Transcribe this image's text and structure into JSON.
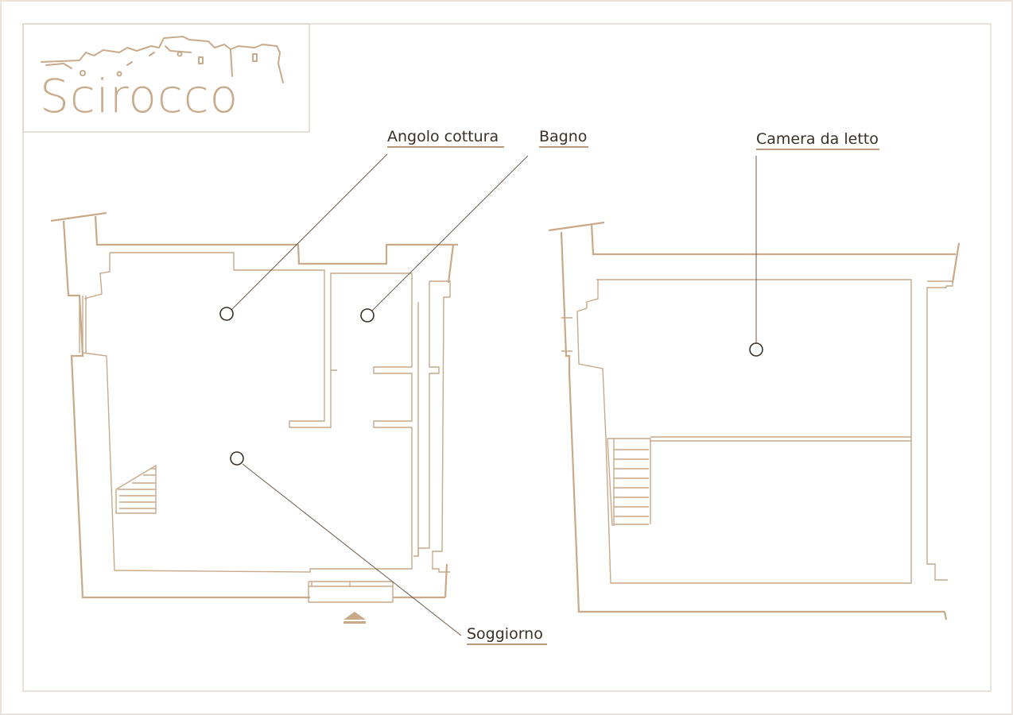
{
  "brand": {
    "name": "Scirocco",
    "logo_icon": "castle-ruins-skyline-icon"
  },
  "colors": {
    "background": "#ffffff",
    "frame": "#e2d8ce",
    "wall": "#c8a988",
    "leader": "#6b5a4a",
    "text": "#3a3026",
    "underline": "#b99a7c"
  },
  "rooms": {
    "kitchenette": "Angolo cottura",
    "bathroom": "Bagno",
    "bedroom": "Camera da letto",
    "living_room": "Soggiorno"
  },
  "entrance_icon": "entrance-triangle-icon"
}
